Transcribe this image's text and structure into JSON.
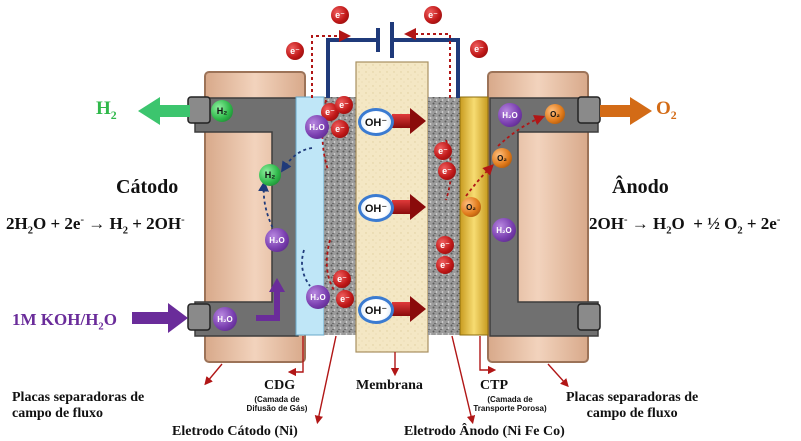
{
  "labels": {
    "h2_out": "H",
    "h2_out_sub": "2",
    "o2_out": "O",
    "o2_out_sub": "2",
    "catodo": "Cátodo",
    "anodo": "Ânodo",
    "cathode_eq": "2H<sub>2</sub>O + 2e<sup>-</sup> → H<sub>2</sub> + 2OH<sup>-</sup>",
    "anode_eq": "2OH<sup>-</sup> → H<sub>2</sub>O&nbsp; + ½ O<sub>2</sub> + 2e<sup>-</sup>",
    "koh": "1M KOH/H<sub>2</sub>O",
    "plates_left": "Placas separadoras de\ncampo de fluxo",
    "plates_right": "Placas separadoras de\ncampo de fluxo",
    "cdg": "CDG",
    "cdg_desc": "(Camada de\nDifusão de Gás)",
    "membrana": "Membrana",
    "ctp": "CTP",
    "ctp_desc": "(Camada de\nTransporte Porosa)",
    "eletrodo_catodo": "Eletrodo Cátodo (Ni)",
    "eletrodo_anodo": "Eletrodo Ânodo (Ni Fe Co)"
  },
  "molecules": {
    "electron": "e⁻",
    "water": "H₂O",
    "hydrogen": "H₂",
    "oxygen": "O₂",
    "hydroxide": "OH⁻"
  },
  "colors": {
    "plate": "#e8c3a7",
    "plate_edge": "#b48a6c",
    "frame": "#6f6f6f",
    "gdl": "#bfe6f7",
    "membrane": "#f4e7c4",
    "ptl": "#e8c44a",
    "h2_arrow": "#3cc56e",
    "o2_arrow": "#d36b16",
    "koh_arrow": "#6a2c9a",
    "wire": "#1f3a7a",
    "flow_red": "#b11616",
    "flow_blue": "#1f3a7a"
  }
}
